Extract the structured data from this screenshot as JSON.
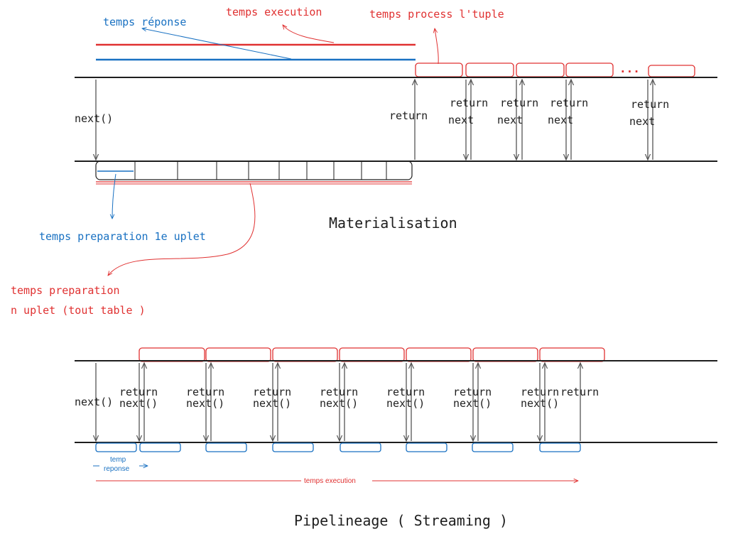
{
  "colors": {
    "black": "#1e1e1e",
    "gray": "#555555",
    "red": "#e03131",
    "blue": "#1971c2"
  },
  "materialisation": {
    "title": "Materialisation",
    "temps_reponse": "temps réponse",
    "temps_execution": "temps execution",
    "temps_process": "temps process l'tuple",
    "next_call": "next()",
    "return_first": "return",
    "ellipsis": "...",
    "return_label": "return",
    "next_label": "next",
    "temps_prep_1": "temps preparation 1e uplet",
    "temps_prep_n_line1": "temps preparation",
    "temps_prep_n_line2": "n uplet (tout table )"
  },
  "pipelining": {
    "title": "Pipelineage ( Streaming )",
    "next_call": "next()",
    "return_label": "return",
    "next_label": "next()",
    "final_return": "return",
    "temp_reponse_line1": "temp",
    "temp_reponse_line2": "reponse",
    "temps_execution": "temps execution"
  }
}
